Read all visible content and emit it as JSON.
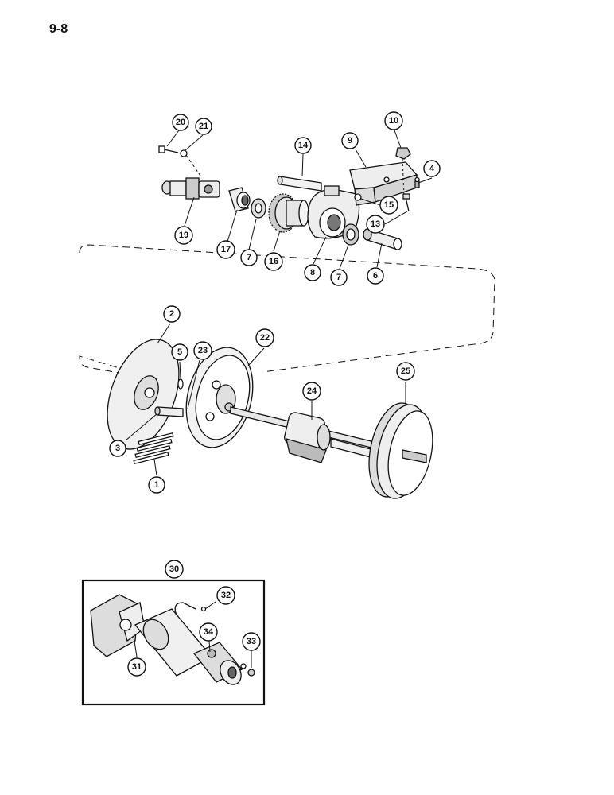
{
  "page": {
    "number": "9-8"
  },
  "callouts": [
    "20",
    "21",
    "14",
    "9",
    "10",
    "4",
    "15",
    "13",
    "19",
    "17",
    "7",
    "16",
    "8",
    "7",
    "6",
    "2",
    "22",
    "5",
    "23",
    "24",
    "25",
    "3",
    "1",
    "30",
    "32",
    "34",
    "33",
    "31"
  ]
}
